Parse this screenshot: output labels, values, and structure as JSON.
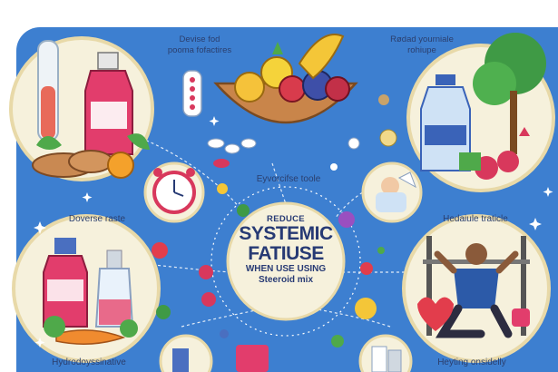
{
  "labels": {
    "top_center": "Devise fod\npooma fofactires",
    "top_right": "Rødad yourniale\nrohiupe",
    "mid_center": "Eyvorcifse toole",
    "mid_left": "Doverse raste",
    "mid_right": "Hedaiule traticle",
    "bottom_left": "Hydrodoyssinative",
    "bottom_right": "Heyting onsidelly"
  },
  "center": {
    "line1": "REDUCE",
    "line2": "SYSTEMIC",
    "line3": "FATIUSE",
    "line4": "WHEN USE USING",
    "line5": "Steeroid mix"
  },
  "colors": {
    "panel": "#3d7fd0",
    "circle_bg": "#f6f1dc",
    "title_text": "#273a74"
  }
}
